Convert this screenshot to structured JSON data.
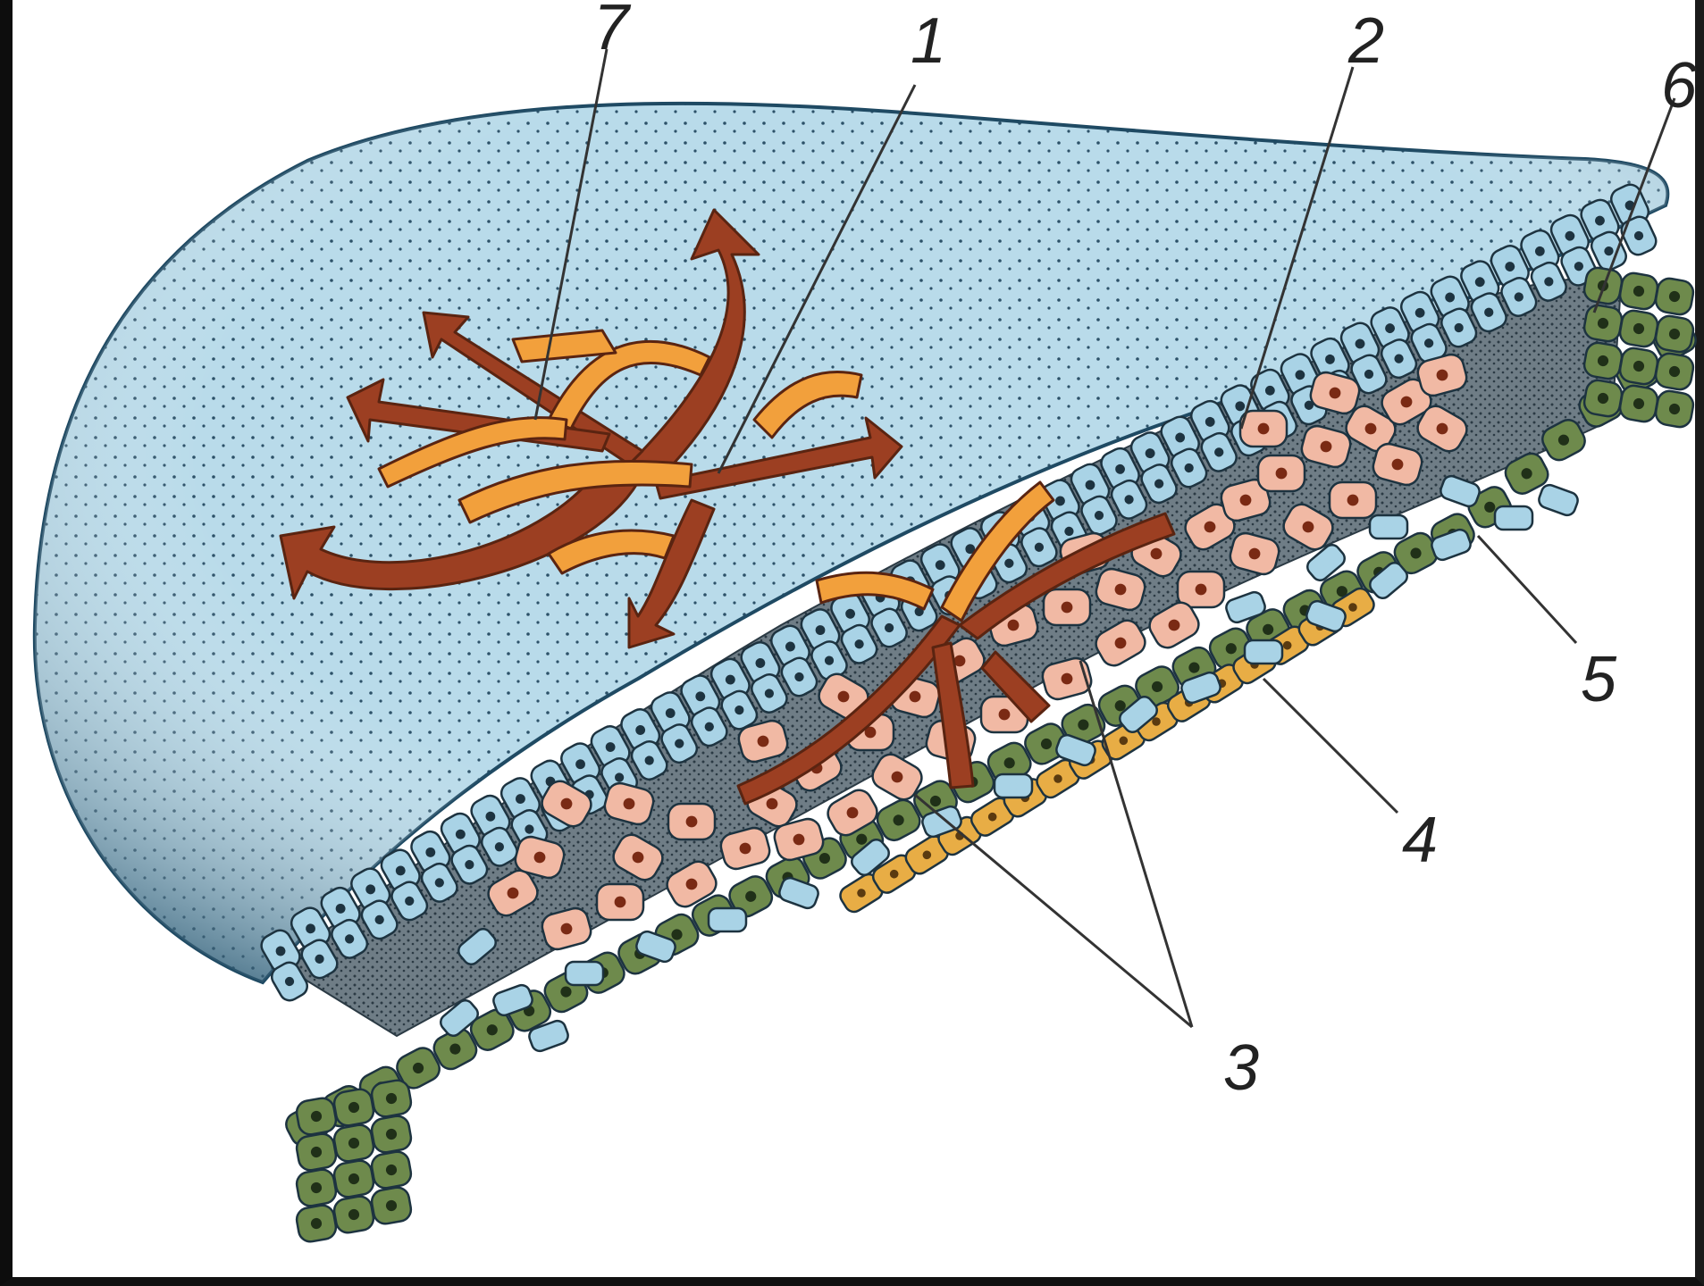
{
  "labels": {
    "l7": "7",
    "l1": "1",
    "l2": "2",
    "l6": "6",
    "l5": "5",
    "l4": "4",
    "l3": "3"
  },
  "colors": {
    "blastoderm": "#b9dbea",
    "blastoderm_edge": "#2c5168",
    "epiblast_cell": "#a9d3e6",
    "mesoderm_cell": "#f1b9a4",
    "hypoblast_cell": "#6e8a4c",
    "yolk_endoderm": "#e8ad45",
    "arrow_dark": "#9c3f22",
    "arrow_light": "#f2a03c"
  },
  "icons": {
    "migration_arrows": "cell-migration-arrows",
    "primitive_streak_arrows": "primitive-streak-arrows"
  }
}
